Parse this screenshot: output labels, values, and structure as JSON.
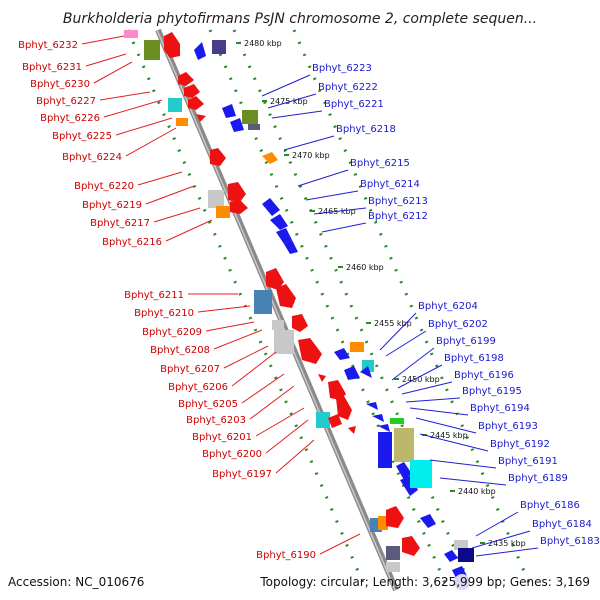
{
  "title": "Burkholderia phytofirmans PsJN chromosome 2, complete sequen...",
  "footer": {
    "accession": "Accession: NC_010676",
    "topology": "Topology: circular; Length: 3,625,999 bp; Genes: 3,169"
  },
  "colors": {
    "left_label": "#cc0000",
    "right_label": "#1a1acc",
    "axis": "#999999",
    "dots": "#2a8a2a"
  },
  "ticks": [
    "2480 kbp",
    "2475 kbp",
    "2470 kbp",
    "2465 kbp",
    "2460 kbp",
    "2455 kbp",
    "2450 kbp",
    "2445 kbp",
    "2440 kbp",
    "2435 kbp"
  ],
  "left_genes": [
    "Bphyt_6232",
    "Bphyt_6231",
    "Bphyt_6230",
    "Bphyt_6227",
    "Bphyt_6226",
    "Bphyt_6225",
    "Bphyt_6224",
    "Bphyt_6220",
    "Bphyt_6219",
    "Bphyt_6217",
    "Bphyt_6216",
    "Bphyt_6211",
    "Bphyt_6210",
    "Bphyt_6209",
    "Bphyt_6208",
    "Bphyt_6207",
    "Bphyt_6206",
    "Bphyt_6205",
    "Bphyt_6203",
    "Bphyt_6201",
    "Bphyt_6200",
    "Bphyt_6197",
    "Bphyt_6190"
  ],
  "right_genes": [
    "Bphyt_6223",
    "Bphyt_6222",
    "Bphyt_6221",
    "Bphyt_6218",
    "Bphyt_6215",
    "Bphyt_6214",
    "Bphyt_6213",
    "Bphyt_6212",
    "Bphyt_6204",
    "Bphyt_6202",
    "Bphyt_6199",
    "Bphyt_6198",
    "Bphyt_6196",
    "Bphyt_6195",
    "Bphyt_6194",
    "Bphyt_6193",
    "Bphyt_6192",
    "Bphyt_6191",
    "Bphyt_6189",
    "Bphyt_6186",
    "Bphyt_6184",
    "Bphyt_6183"
  ]
}
